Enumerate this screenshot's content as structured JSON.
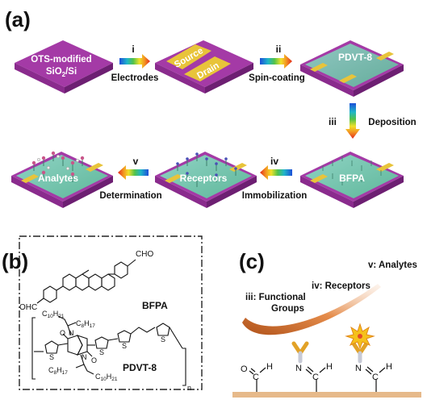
{
  "colors": {
    "purple_top": "#a43aa6",
    "purple_side": "#6d1f72",
    "electrode": "#e8c43a",
    "pdvt_green": "#7fc9b6",
    "arrow_gradient": [
      "#1d4fd8",
      "#1fb5c9",
      "#52c24a",
      "#f0e12a",
      "#f39321",
      "#e22a1f"
    ],
    "baseline": "#e6b98a"
  },
  "panel_a": {
    "label": "(a)",
    "chips": [
      {
        "id": "substrate",
        "line1": "OTS-modified",
        "line2_main": "SiO",
        "line2_sub": "2",
        "line2_end": "/Si"
      },
      {
        "id": "electrodes",
        "source": "Source",
        "drain": "Drain"
      },
      {
        "id": "pdvt",
        "label": "PDVT-8"
      },
      {
        "id": "bfpa",
        "label": "BFPA"
      },
      {
        "id": "receptors",
        "label": "Receptors"
      },
      {
        "id": "analytes",
        "label": "Analytes"
      }
    ],
    "steps": [
      {
        "num": "i",
        "label": "Electrodes"
      },
      {
        "num": "ii",
        "label": "Spin-coating"
      },
      {
        "num": "iii",
        "label": "Deposition"
      },
      {
        "num": "iv",
        "label": "Immobilization"
      },
      {
        "num": "v",
        "label": "Determination"
      }
    ]
  },
  "panel_b": {
    "label": "(b)",
    "bfpa_name": "BFPA",
    "pdvt_name": "PDVT-8",
    "cho": "CHO",
    "ohc": "OHC",
    "side_chains": {
      "c10_main": "C",
      "c10_sub": "10",
      "c10_h": "H",
      "c10_hsub": "21",
      "c8_main": "C",
      "c8_sub": "8",
      "c8_h": "H",
      "c8_hsub": "17"
    },
    "n_atom": "N",
    "o_atom": "O",
    "s_atom": "S",
    "repeat": "n"
  },
  "panel_c": {
    "label": "(c)",
    "stages": [
      "iii: Functional",
      "Groups",
      "iv: Receptors",
      "v: Analytes"
    ],
    "atoms": {
      "o": "O",
      "c": "C",
      "h": "H",
      "n": "N"
    }
  }
}
